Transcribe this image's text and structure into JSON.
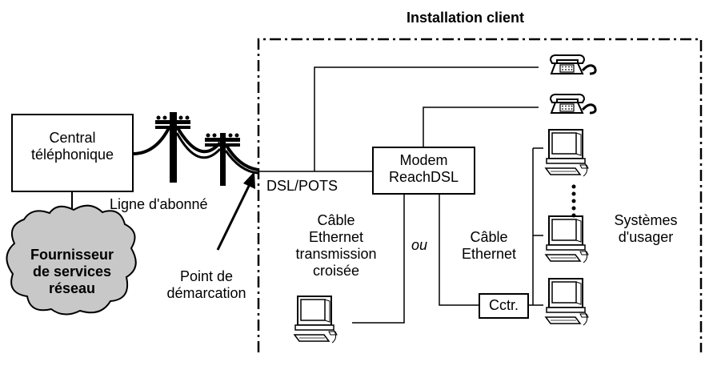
{
  "title": "Installation client",
  "central": {
    "line1": "Central",
    "line2": "téléphonique"
  },
  "provider": {
    "line1": "Fournisseur",
    "line2": "de services",
    "line3": "réseau"
  },
  "subscriber_line": "Ligne d'abonné",
  "demarc": {
    "line1": "Point de",
    "line2": "démarcation"
  },
  "dsl_pots": "DSL/POTS",
  "modem": {
    "line1": "Modem",
    "line2": "ReachDSL"
  },
  "crossover_cable": {
    "line1": "Câble",
    "line2": "Ethernet",
    "line3": "transmission",
    "line4": "croisée"
  },
  "or_label": "ou",
  "ethernet_cable": {
    "line1": "Câble",
    "line2": "Ethernet"
  },
  "hub": "Cctr.",
  "user_systems": {
    "line1": "Systèmes",
    "line2": "d'usager"
  },
  "colors": {
    "cloud_fill": "#c8c8c8",
    "line": "#000000",
    "background": "#ffffff"
  },
  "icons": [
    "telephone-icon",
    "computer-icon",
    "utility-pole-icon",
    "cloud-shape"
  ]
}
